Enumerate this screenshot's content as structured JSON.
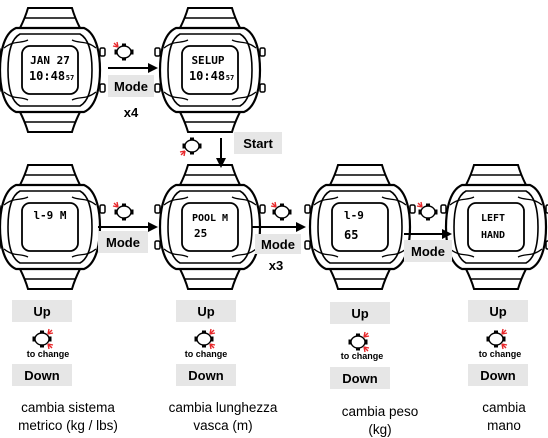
{
  "watches": {
    "w1": {
      "line1": "JAN 27",
      "line2": "10:48",
      "line2_sup": "57"
    },
    "w2": {
      "line1": "SELUP",
      "line2": "10:48",
      "line2_sup": "57"
    },
    "w3": {
      "line1": "l-9 M",
      "line2": ""
    },
    "w4": {
      "line1": "POOL M",
      "line2": "25"
    },
    "w5": {
      "line1": "l-9",
      "line2": "65"
    },
    "w6": {
      "line1": "LEFT",
      "line2": "HAND"
    }
  },
  "buttons": {
    "mode_1": "Mode",
    "mode_1_mult": "x4",
    "start": "Start",
    "mode_2": "Mode",
    "mode_3": "Mode",
    "mode_3_mult": "x3",
    "mode_4": "Mode"
  },
  "controls": [
    {
      "up": "Up",
      "to_change": "to change",
      "down": "Down"
    },
    {
      "up": "Up",
      "to_change": "to change",
      "down": "Down"
    },
    {
      "up": "Up",
      "to_change": "to change",
      "down": "Down"
    },
    {
      "up": "Up",
      "to_change": "to change",
      "down": "Down"
    }
  ],
  "captions": [
    {
      "line1": "cambia sistema",
      "line2": "metrico (kg / lbs)"
    },
    {
      "line1": "cambia lunghezza",
      "line2": "vasca (m)"
    },
    {
      "line1": "cambia peso",
      "line2": "(kg)"
    },
    {
      "line1": "cambia",
      "line2": "mano"
    }
  ]
}
